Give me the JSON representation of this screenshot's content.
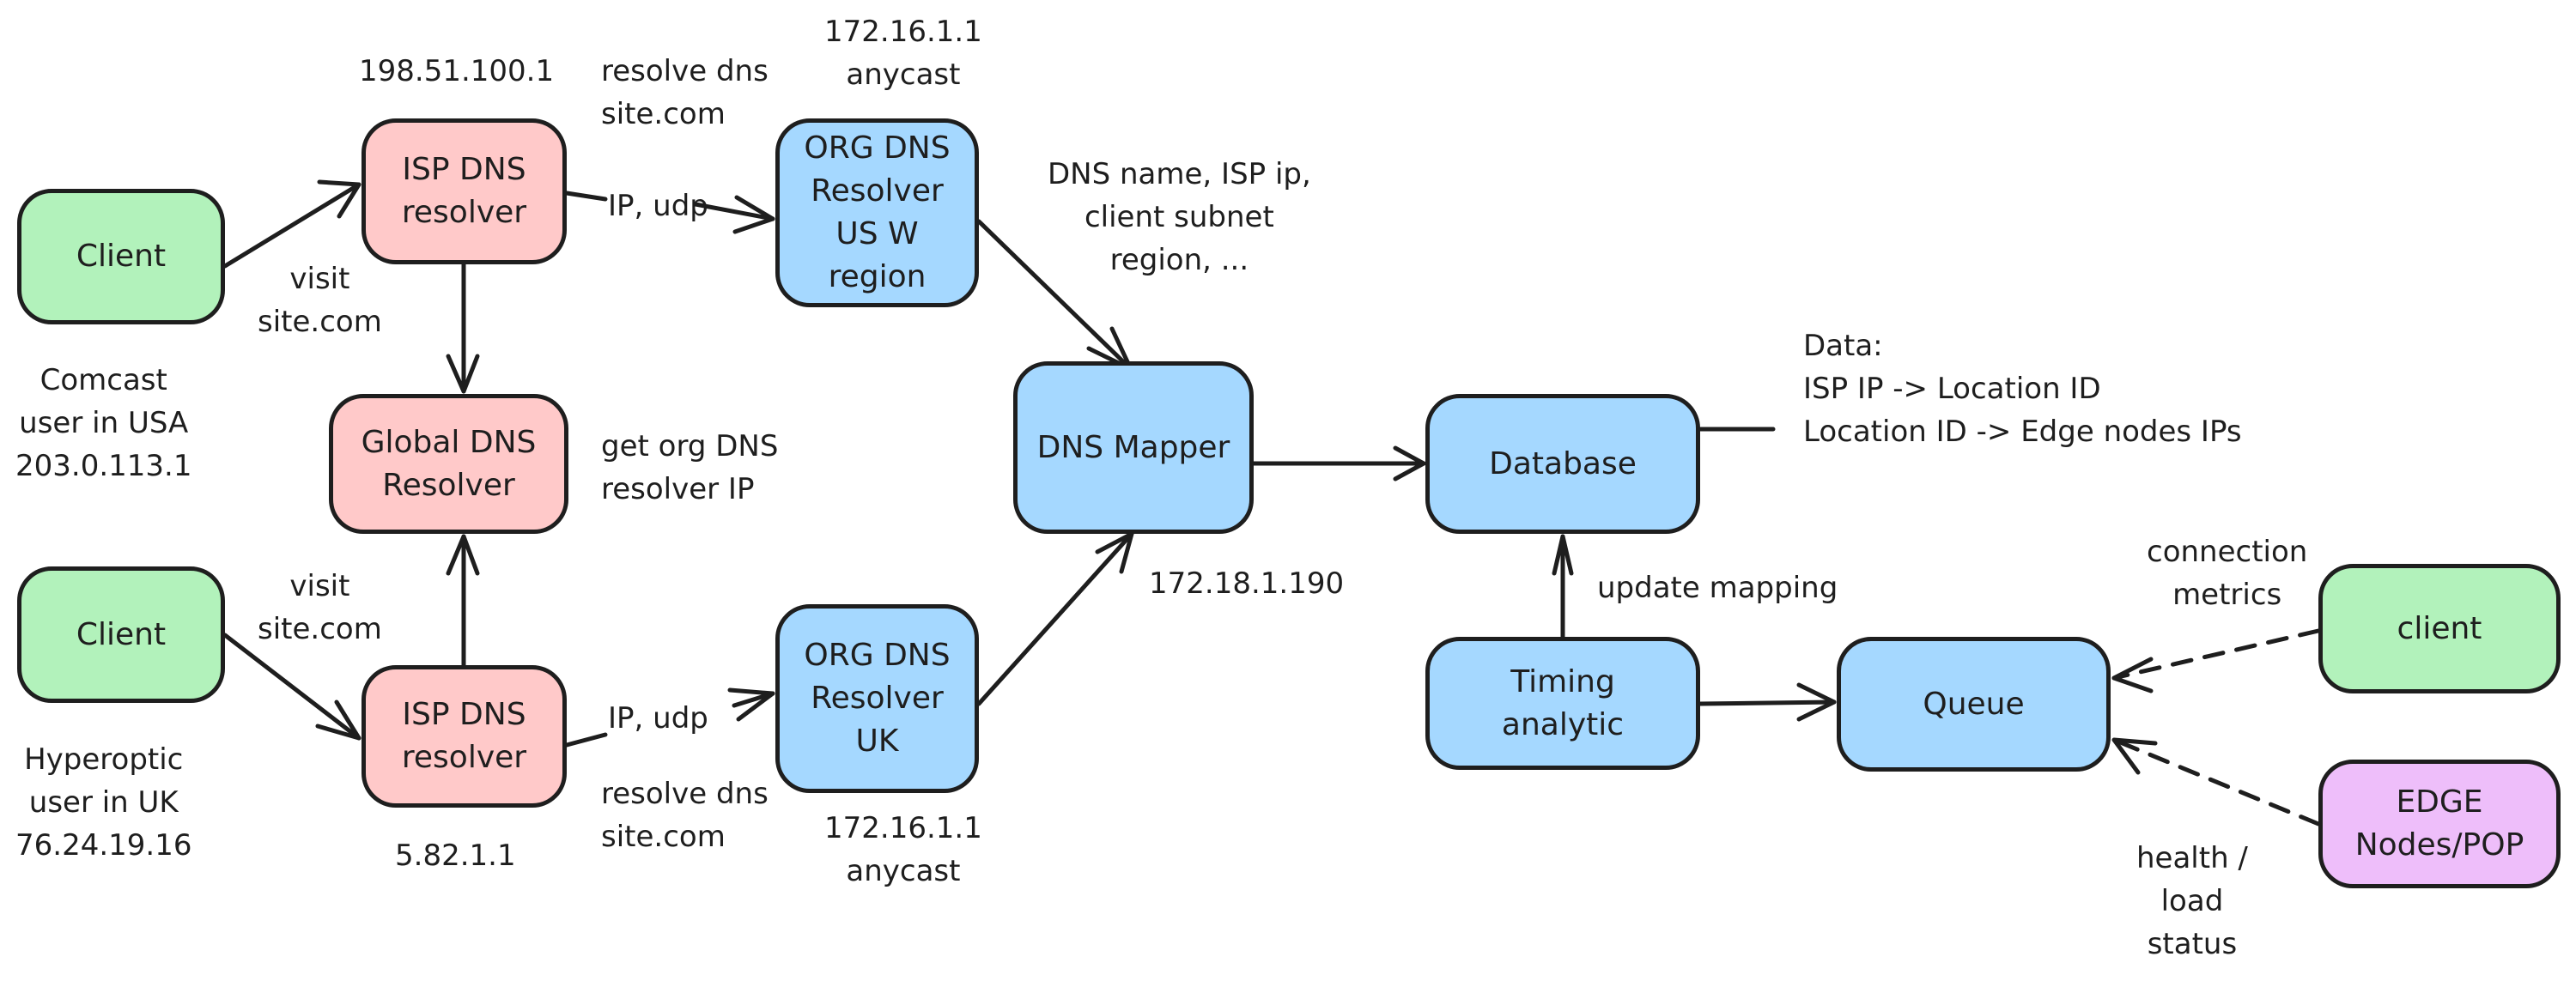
{
  "nodes": {
    "client_usa": {
      "label": "Client",
      "color": "#b2f2bb"
    },
    "isp_dns_usa": {
      "label": "ISP DNS\nresolver",
      "color": "#ffc9c9"
    },
    "global_dns": {
      "label": "Global DNS\nResolver",
      "color": "#ffc9c9"
    },
    "client_uk": {
      "label": "Client",
      "color": "#b2f2bb"
    },
    "isp_dns_uk": {
      "label": "ISP DNS\nresolver",
      "color": "#ffc9c9"
    },
    "org_dns_usw": {
      "label": "ORG DNS\nResolver\nUS W\nregion",
      "color": "#a5d8ff"
    },
    "org_dns_uk": {
      "label": "ORG DNS\nResolver\nUK",
      "color": "#a5d8ff"
    },
    "dns_mapper": {
      "label": "DNS Mapper",
      "color": "#a5d8ff"
    },
    "database": {
      "label": "Database",
      "color": "#a5d8ff"
    },
    "timing_analytic": {
      "label": "Timing\nanalytic",
      "color": "#a5d8ff"
    },
    "queue": {
      "label": "Queue",
      "color": "#a5d8ff"
    },
    "client_metrics": {
      "label": "client",
      "color": "#b2f2bb"
    },
    "edge_nodes": {
      "label": "EDGE\nNodes/POP",
      "color": "#eebefa"
    }
  },
  "labels": {
    "isp_usa_ip": "198.51.100.1",
    "resolve_dns_top": "resolve dns\nsite.com",
    "org_usw_ip": "172.16.1.1\nanycast",
    "visit_top": "visit\nsite.com",
    "comcast_user": "Comcast\nuser in USA\n203.0.113.1",
    "ip_udp_top": "IP, udp",
    "get_org_dns": "get org DNS\nresolver IP",
    "dns_name_info": "DNS name, ISP ip,\nclient subnet\nregion, ...",
    "visit_bottom": "visit\nsite.com",
    "hyperoptic_user": "Hyperoptic\nuser in UK\n76.24.19.16",
    "isp_uk_ip": "5.82.1.1",
    "ip_udp_bottom": "IP, udp",
    "resolve_dns_bottom": "resolve dns\nsite.com",
    "org_uk_ip": "172.16.1.1\nanycast",
    "dns_mapper_ip": "172.18.1.190",
    "data_note": "Data:\nISP IP -> Location ID\nLocation ID -> Edge nodes IPs",
    "update_mapping": "update mapping",
    "connection_metrics": "connection\nmetrics",
    "health_load_status": "health /\nload\nstatus"
  },
  "colors": {
    "stroke": "#1e1e1e",
    "background": "#ffffff"
  }
}
